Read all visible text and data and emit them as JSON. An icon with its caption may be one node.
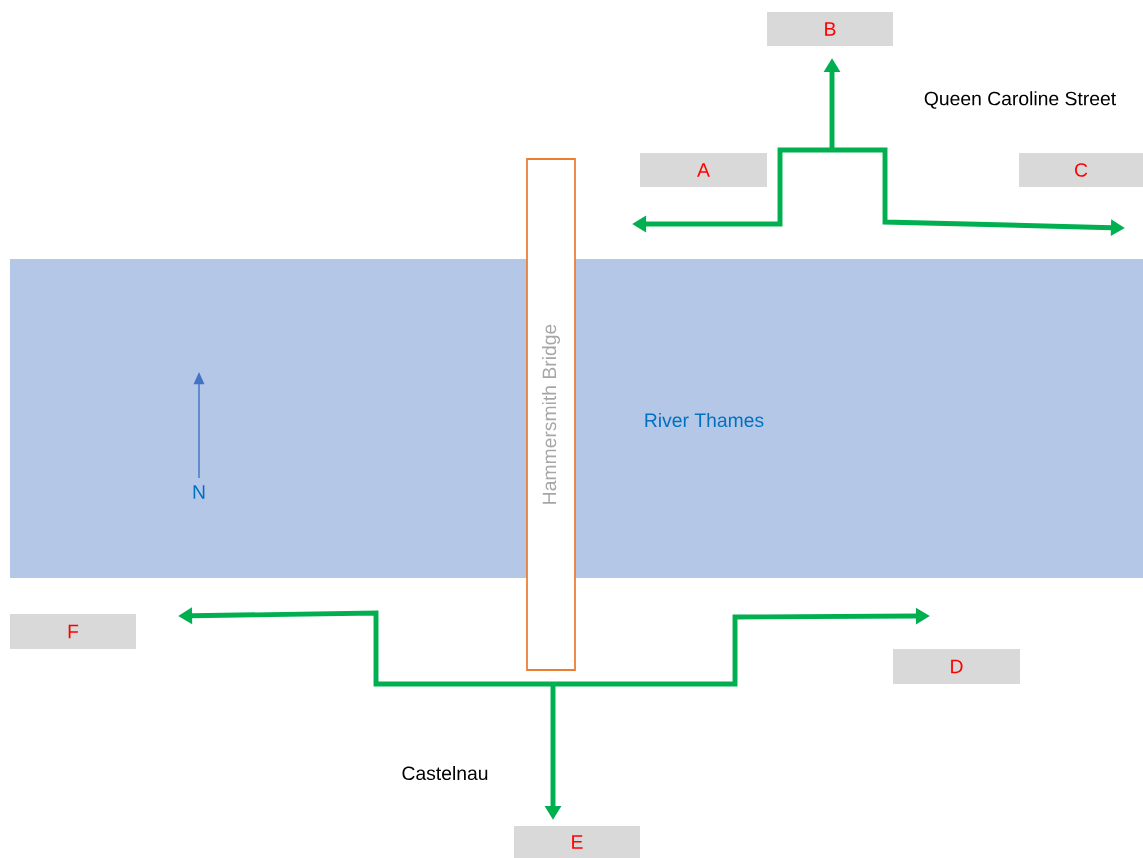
{
  "diagram": {
    "nodes": [
      {
        "text": [
          "B"
        ]
      },
      {
        "text": [
          "A"
        ]
      },
      {
        "text": [
          "C"
        ]
      },
      {
        "text": [
          "River Thames"
        ]
      },
      {
        "text": [
          "Hammersmith Bridge"
        ]
      },
      {
        "text": [
          "F"
        ]
      },
      {
        "text": [
          "D"
        ]
      },
      {
        "text": [
          "E"
        ]
      }
    ],
    "edges": [
      {
        "from": null,
        "to": 0,
        "arrow": "to"
      },
      {
        "from": null,
        "to": 1,
        "arrow": "to"
      },
      {
        "from": null,
        "to": 2,
        "arrow": "to"
      },
      {
        "from": null,
        "to": 5,
        "arrow": "to"
      },
      {
        "from": null,
        "to": 6,
        "arrow": "to"
      },
      {
        "from": null,
        "to": 7,
        "arrow": "to"
      }
    ],
    "labels": [
      "Queen Caroline Street",
      "N",
      "Castelnau"
    ]
  }
}
